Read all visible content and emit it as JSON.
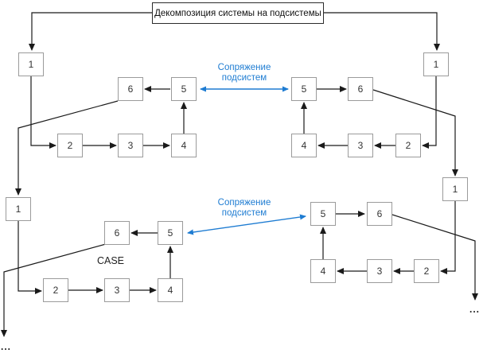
{
  "title": "Декомпозиция системы на подсистемы",
  "case_label": "CASE",
  "coupling_labels": {
    "upper": {
      "line1": "Сопряжение",
      "line2": "подсистем"
    },
    "lower": {
      "line1": "Сопряжение",
      "line2": "подсистем"
    }
  },
  "groups": {
    "upper_left": {
      "boxes": [
        "1",
        "2",
        "3",
        "4",
        "5",
        "6"
      ]
    },
    "upper_right": {
      "boxes": [
        "1",
        "2",
        "3",
        "4",
        "5",
        "6"
      ]
    },
    "lower_left": {
      "boxes": [
        "1",
        "2",
        "3",
        "4",
        "5",
        "6"
      ]
    },
    "lower_right": {
      "boxes": [
        "1",
        "2",
        "3",
        "4",
        "5",
        "6"
      ]
    }
  },
  "ellipsis": {
    "bottom_left": "...",
    "bottom_right": "..."
  },
  "colors": {
    "accent_blue": "#1e7cd2",
    "line_black": "#1a1a1a",
    "box_border": "#9b9b9b"
  }
}
